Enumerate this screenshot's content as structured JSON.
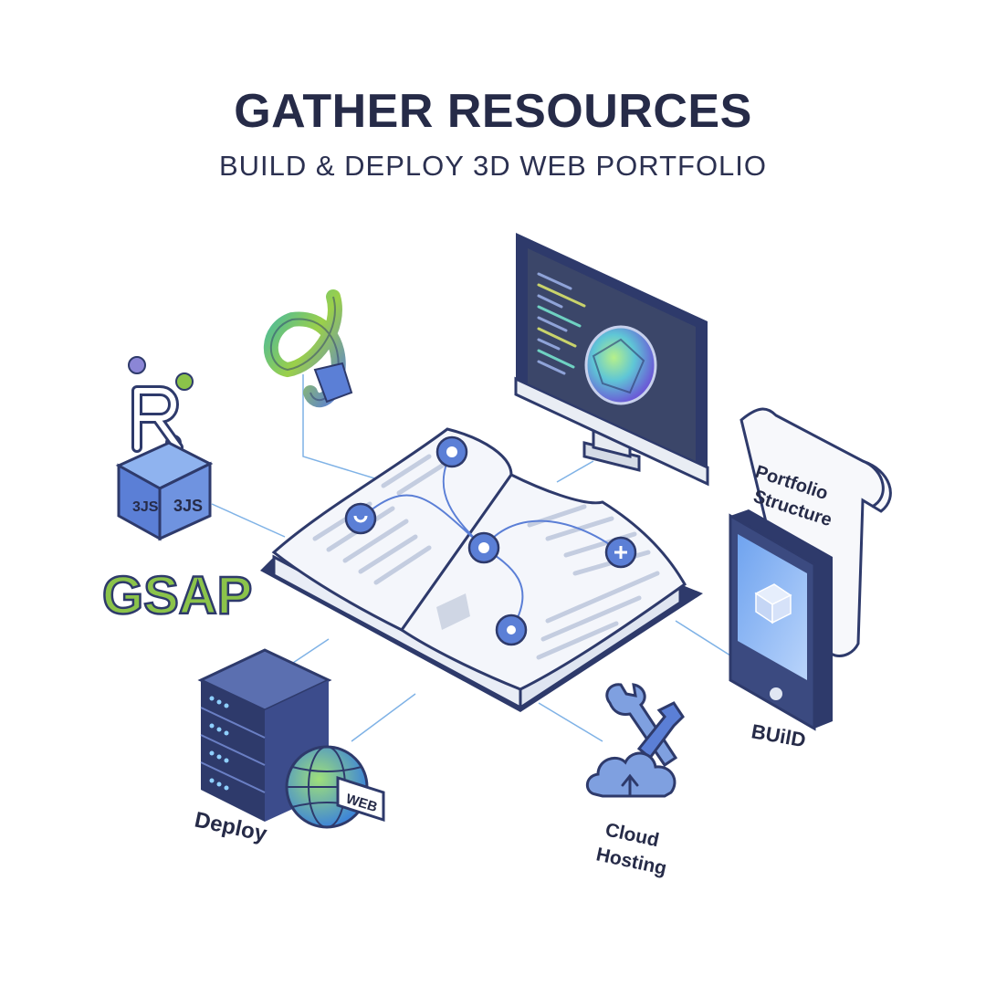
{
  "title": "GATHER RESOURCES",
  "subtitle": "BUILD & DEPLOY 3D WEB PORTFOLIO",
  "labels": {
    "threejs": "3JS",
    "threejs_side": "3JS",
    "gsap": "GSAP",
    "portfolio_line1": "Portfolio",
    "portfolio_line2": "Structure",
    "build": "BUilD",
    "deploy": "Deploy",
    "web_tag": "WEB",
    "cloud_line1": "Cloud",
    "cloud_line2": "Hosting"
  },
  "colors": {
    "navy": "#2e3a6b",
    "blue": "#5b7fd6",
    "light_blue": "#a9c4f5",
    "green": "#8bc34a",
    "teal": "#3fb7a8",
    "text": "#262b48"
  },
  "icons": [
    "book-icon",
    "monitor-icon",
    "tablet-icon",
    "scroll-icon",
    "server-icon",
    "globe-icon",
    "cloud-icon",
    "tools-icon",
    "react-icon",
    "cube-icon",
    "swirl-logo-icon"
  ]
}
